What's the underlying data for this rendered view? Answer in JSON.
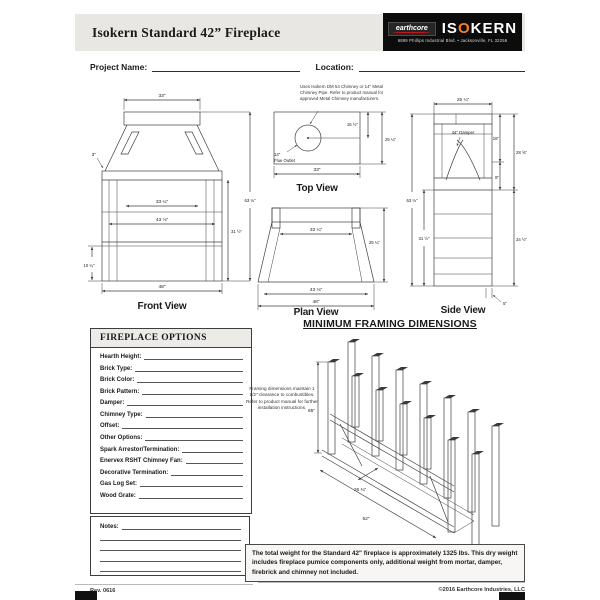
{
  "header": {
    "title": "Isokern Standard 42” Fireplace",
    "logo": {
      "earthcore": "earthcore",
      "iso_is": "IS",
      "iso_o": "O",
      "iso_kern": "KERN",
      "address": "6899 Phillips Industrial Blvd. • Jacksonville, FL 32256"
    }
  },
  "form": {
    "project_label": "Project Name:",
    "location_label": "Location:"
  },
  "front_view": {
    "caption": "Front View",
    "dims": {
      "chimney_width": "33\"",
      "ledge": "3\"",
      "rear_width": "33 ¼\"",
      "opening_width": "43 ⅛\"",
      "opening_height": "31 ½\"",
      "hearth_height": "10 ¼\"",
      "base_width": "48\"",
      "total_height": "63 ⅛\""
    }
  },
  "top_view": {
    "caption": "Top View",
    "note": "Uses Isokern DM 54 Chimney or 14\" Metal Chimney Pipe. Refer to product manual for approved Metal Chimney manufacturers.",
    "flue_line1": "14\"",
    "flue_line2": "Flue Outlet",
    "dims": {
      "flue_offset": "16 ½\"",
      "depth": "25 ¼\"",
      "width": "33\""
    }
  },
  "plan_view": {
    "caption": "Plan View",
    "dims": {
      "rear_width": "33 ¼\"",
      "depth": "25 ¼\"",
      "opening_width": "43 ⅛\"",
      "base_width": "48\""
    }
  },
  "side_view": {
    "caption": "Side View",
    "damper_label": "44\" Damper",
    "dims": {
      "depth": "25 ¼\"",
      "total_height": "63 ⅛\"",
      "opening_height": "31 ½\"",
      "smoke_chamber": "16\"",
      "throat": "8\"",
      "upper_height": "28 ⅝\"",
      "lower_height": "34 ½\"",
      "base_step": "5\""
    }
  },
  "options": {
    "title": "FIREPLACE OPTIONS",
    "fields": [
      "Hearth Height:",
      "Brick Type:",
      "Brick Color:",
      "Brick Pattern:",
      "Damper:",
      "Chimney Type:",
      "Offset:",
      "Other Options:",
      "Spark Arrestor/Termination:",
      "Enervex RSHT Chimney Fan:",
      "Decorative Termination:",
      "Gas Log Set:",
      "Wood Grate:"
    ],
    "notes_label": "Notes:"
  },
  "framing": {
    "title": "MINIMUM FRAMING DIMENSIONS",
    "note": "Framing dimensions maintain 1 1/2\" clearance to combustibles. Refer to product manual for further installation instructions.",
    "dims": {
      "height": "65\"",
      "depth": "26 ¾\"",
      "width": "52\""
    }
  },
  "weight_note": "The total weight for the Standard 42\" fireplace is approximately 1325 lbs. This dry weight includes fireplace pumice components only, additional weight from mortar, damper, firebrick and chimney not included.",
  "footer": {
    "rev": "Rev. 0616",
    "copyright": "©2016 Earthcore Industries, LLC"
  }
}
